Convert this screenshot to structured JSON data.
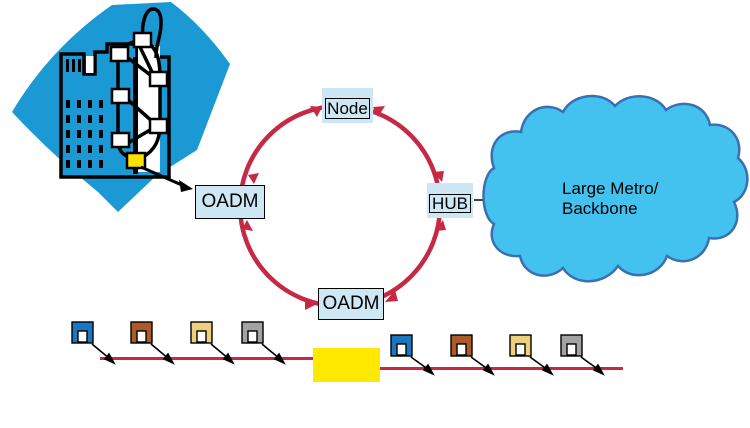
{
  "ring": {
    "top_label": "Node",
    "left_label": "OADM",
    "right_label": "HUB",
    "bottom_label": "OADM"
  },
  "cloud": {
    "line1": "Large Metro/",
    "line2": "Backbone"
  },
  "colors": {
    "ring_red": "#C52944",
    "label_box_fill": "#CDE7F5",
    "cloud_fill": "#43C1EF",
    "cloud_stroke": "#3A70B2",
    "city_blue": "#1B99D5",
    "device_yellow": "#FFE900",
    "node_square_yellow": "#FFE205",
    "line_black": "#000000"
  },
  "channels": [
    {
      "name": "blue-channel",
      "color": "#1B76C0"
    },
    {
      "name": "brown-channel",
      "color": "#AC5A28"
    },
    {
      "name": "tan-channel",
      "color": "#EDD07E"
    },
    {
      "name": "gray-channel",
      "color": "#A3A3A3"
    }
  ]
}
